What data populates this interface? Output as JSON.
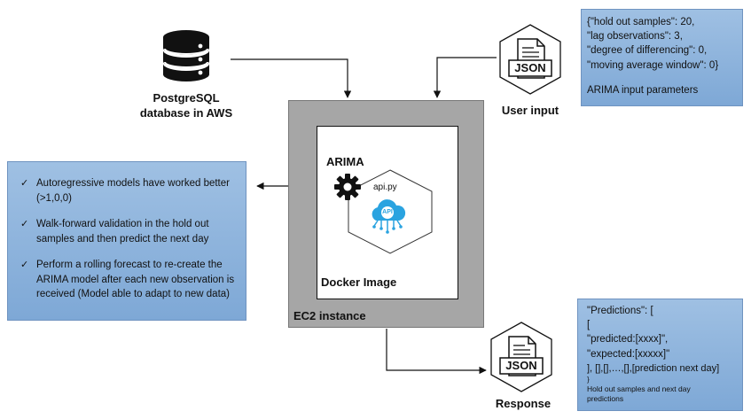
{
  "database": {
    "label_line1": "PostgreSQL",
    "label_line2": "database in AWS",
    "icon": "database-icon"
  },
  "ec2": {
    "label": "EC2 instance"
  },
  "docker": {
    "label": "Docker Image",
    "arima_label": "ARIMA",
    "file_label": "api.py",
    "api_badge": "API"
  },
  "user_input": {
    "label": "User input",
    "json_badge": "JSON"
  },
  "input_params": {
    "lines": [
      "{\"hold out samples\": 20,",
      "\"lag observations\": 3,",
      "\"degree of differencing\": 0,",
      "\"moving average window\": 0}"
    ],
    "caption": "ARIMA input parameters"
  },
  "notes": {
    "items": [
      "Autoregressive models have worked better (>1,0,0)",
      "Walk-forward validation in the hold out samples and then predict the next day",
      "Perform a rolling forecast to re-create the ARIMA model after each new observation is received (Model able to adapt to new data)"
    ]
  },
  "response": {
    "label": "Response",
    "json_badge": "JSON"
  },
  "predictions": {
    "lines": [
      "\"Predictions\": [",
      "[",
      "\"predicted:[xxxx]\",",
      "\"expected:[xxxxx]\"",
      "], [],[],…,[],[prediction next day]",
      "}"
    ],
    "caption_line1": "Hold out samples and next day",
    "caption_line2": "predictions"
  },
  "colors": {
    "ec2_fill": "#a6a6a6",
    "box_blue": "#8fb4dd",
    "api_blue": "#2aa3e0"
  }
}
